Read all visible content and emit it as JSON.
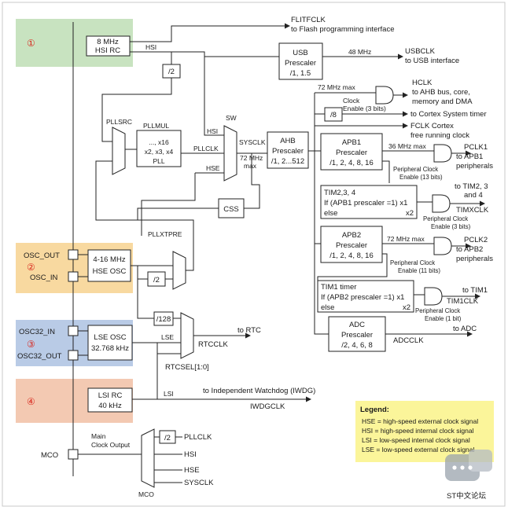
{
  "colors": {
    "region1": "#c8e3c0",
    "region2": "#f8d9a0",
    "region3": "#b9cbe6",
    "region4": "#f3c9b2",
    "legend_bg": "#fbf59a",
    "legend_title": "#8a6a00",
    "marker": "#d9261c",
    "line": "#222222"
  },
  "markers": {
    "m1": "①",
    "m2": "②",
    "m3": "③",
    "m4": "④"
  },
  "hsi_rc": {
    "line1": "8 MHz",
    "line2": "HSI RC"
  },
  "hse_osc": {
    "line1": "4-16 MHz",
    "line2": "HSE OSC"
  },
  "lse_osc": {
    "line1": "LSE OSC",
    "line2": "32.768 kHz"
  },
  "lsi_rc": {
    "line1": "LSI RC",
    "line2": "40 kHz"
  },
  "pins": {
    "osc_out": "OSC_OUT",
    "osc_in": "OSC_IN",
    "osc32_in": "OSC32_IN",
    "osc32_out": "OSC32_OUT",
    "mco": "MCO"
  },
  "signals": {
    "hsi": "HSI",
    "hse": "HSE",
    "lse": "LSE",
    "lsi": "LSI",
    "sysclk": "SYSCLK",
    "pllclk": "PLLCLK",
    "sw": "SW",
    "pllsrc": "PLLSRC",
    "pllmul": "PLLMUL",
    "pllxtpre": "PLLXTPRE",
    "rtcsel": "RTCSEL[1:0]",
    "rtcclk": "RTCCLK",
    "iwdgclk": "IWDGCLK",
    "adcclk": "ADCCLK",
    "tim1clk": "TIM1CLK",
    "timxclk": "TIMXCLK"
  },
  "dividers": {
    "d2a": "/2",
    "d2b": "/2",
    "d2c": "/2",
    "d128": "/128",
    "d8": "/8"
  },
  "pll_block": {
    "line1": "..., x16",
    "line2": "x2, x3, x4",
    "line3": "PLL"
  },
  "css": "CSS",
  "sysclk_max": {
    "line1": "72 MHz",
    "line2": "max"
  },
  "flitfclk": {
    "line1": "FLITFCLK",
    "line2": "to Flash programming interface"
  },
  "usb": {
    "line1": "USB",
    "line2": "Prescaler",
    "line3": "/1, 1.5",
    "freq": "48 MHz",
    "out1": "USBCLK",
    "out2": "to USB interface"
  },
  "ahb": {
    "line1": "AHB",
    "line2": "Prescaler",
    "line3": "/1, 2...512"
  },
  "hclk": {
    "max": "72 MHz max",
    "gate1": "Clock",
    "gate2": "Enable (3 bits)",
    "out1": "HCLK",
    "out2": "to AHB bus, core,",
    "out3": "memory and DMA",
    "systimer": "to Cortex System timer",
    "fclk1": "FCLK Cortex",
    "fclk2": "free running clock"
  },
  "apb1": {
    "line1": "APB1",
    "line2": "Prescaler",
    "line3": "/1, 2, 4, 8, 16",
    "max": "36 MHz max",
    "out1": "PCLK1",
    "out2": "to APB1",
    "out3": "peripherals",
    "en1": "Peripheral Clock",
    "en2": "Enable (13 bits)"
  },
  "tim234": {
    "line1": "TIM2,3, 4",
    "line2": "If (APB1 prescaler =1) x1",
    "line3": "else",
    "line3b": "x2",
    "out1": "to TIM2, 3",
    "out2": "and 4",
    "en1": "Peripheral Clock",
    "en2": "Enable (3 bits)"
  },
  "apb2": {
    "line1": "APB2",
    "line2": "Prescaler",
    "line3": "/1, 2, 4, 8, 16",
    "max": "72 MHz max",
    "out1": "PCLK2",
    "out2": "to APB2",
    "out3": "peripherals",
    "en1": "Peripheral Clock",
    "en2": "Enable (11 bits)"
  },
  "tim1": {
    "line1": "TIM1 timer",
    "line2": "If (APB2 prescaler =1) x1",
    "line3": "else",
    "line3b": "x2",
    "out1": "to TIM1",
    "en1": "Peripheral Clock",
    "en2": "Enable (1 bit)"
  },
  "adc": {
    "line1": "ADC",
    "line2": "Prescaler",
    "line3": "/2, 4, 6, 8",
    "out": "to ADC"
  },
  "rtc": {
    "out": "to RTC"
  },
  "iwdg": {
    "out": "to Independent Watchdog (IWDG)"
  },
  "mco_block": {
    "title1": "Main",
    "title2": "Clock Output",
    "mux": "MCO"
  },
  "legend": {
    "title": "Legend:",
    "items": [
      "HSE = high-speed external clock signal",
      "HSI = high-speed internal clock signal",
      "LSI = low-speed internal clock signal",
      "LSE = low-speed external clock signal"
    ]
  },
  "watermark": "ST中文论坛"
}
